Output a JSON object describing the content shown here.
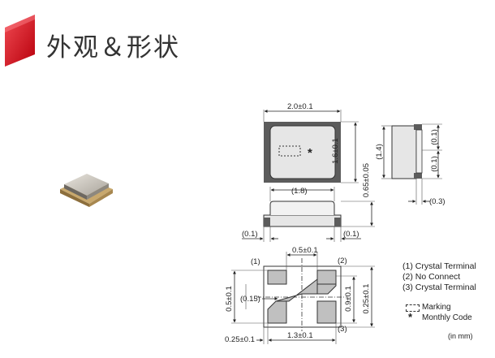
{
  "page": {
    "title": "外观＆形状"
  },
  "dimensions": {
    "top_width": "2.0±0.1",
    "top_height": "1.6±0.1",
    "right_total": "(1.4)",
    "right_upper": "(0.1)",
    "right_lower": "(0.1)",
    "side_thickness": "0.65±0.05",
    "side_right_gap": "(0.3)",
    "side_length": "(1.8)",
    "side_left_step": "(0.1)",
    "side_right_step": "(0.1)",
    "bottom_pad_pitch": "0.5±0.1",
    "bottom_chamfer": "(0.15)",
    "bottom_left_height": "0.5±0.1",
    "bottom_inner_height": "0.9±0.1",
    "bottom_right_height": "0.25±0.1",
    "bottom_left_offset": "0.25±0.1",
    "bottom_width": "1.3±0.1"
  },
  "terminals": {
    "t1": "(1)",
    "t2": "(2)",
    "t3": "(3)"
  },
  "legend": {
    "items": [
      "(1) Crystal Terminal",
      "(2) No Connect",
      "(3) Crystal Terminal"
    ],
    "marking": "Marking",
    "monthly_code": "Monthly Code",
    "monthly_symbol": "*",
    "units": "(in mm)"
  },
  "colors": {
    "accent": "#d0101c",
    "package_body": "#e3e3e3",
    "pad": "#5a5a5a"
  }
}
